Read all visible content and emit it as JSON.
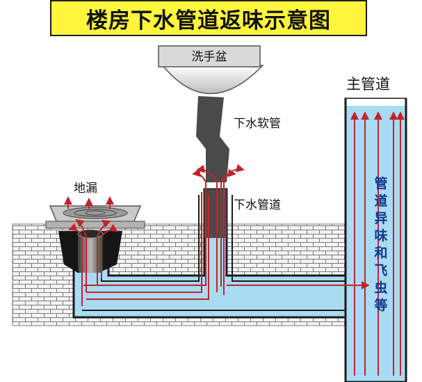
{
  "title": "楼房下水管道返味示意图",
  "labels": {
    "sink": "洗手盆",
    "hose": "下水软管",
    "floor_drain": "地漏",
    "drain_pipe": "下水管道",
    "main_pipe": "主管道",
    "vertical_caption": [
      "管",
      "道",
      "异",
      "味",
      "和",
      "飞",
      "虫",
      "等"
    ]
  },
  "colors": {
    "banner": "#fdf63c",
    "water": "#a9dbf3",
    "water_border": "#1a1a1a",
    "odor_arrow": "#c0242b",
    "brick_fill": "#f4f4f4",
    "brick_line": "#7a7a7a",
    "hose": "#4a4a4a",
    "caption": "#0a3a8c"
  }
}
